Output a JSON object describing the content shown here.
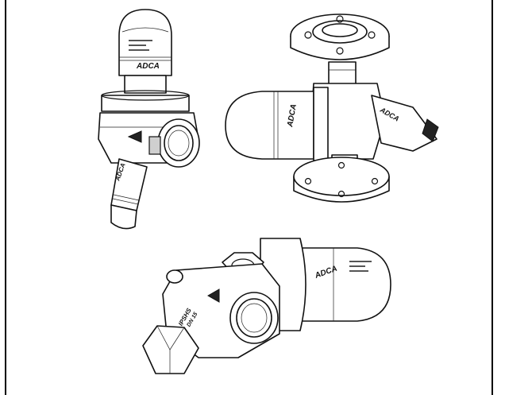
{
  "figure": {
    "brand_label": "ADCA",
    "body_marking_a": "IPSHS",
    "body_marking_b": "DN 15"
  }
}
